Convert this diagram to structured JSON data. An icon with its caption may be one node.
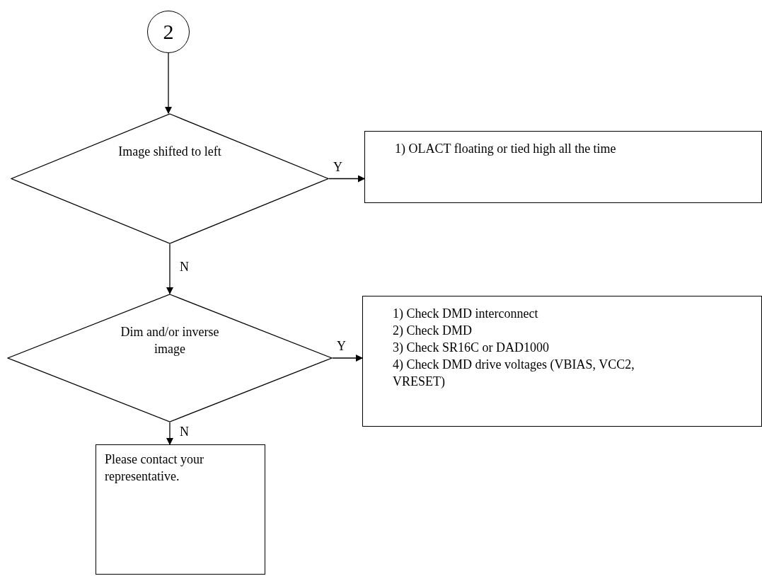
{
  "diagram": {
    "nodes": [
      {
        "text": [
          "2"
        ]
      },
      {
        "text": [
          "Image shifted to left"
        ]
      },
      {
        "text": [
          "1) OLACT floating or tied high all the time"
        ]
      },
      {
        "text": [
          "Dim and/or inverse image"
        ]
      },
      {
        "text": [
          "1) Check DMD interconnect",
          "2) Check DMD",
          "3) Check SR16C or DAD1000",
          "4) Check DMD drive voltages (VBIAS, VCC2, VRESET)"
        ]
      },
      {
        "text": [
          "Please contact your representative."
        ]
      }
    ],
    "edges": [
      {
        "from": 0,
        "to": 1,
        "arrow": "to"
      },
      {
        "from": 1,
        "to": 2,
        "arrow": "to",
        "label": "Y"
      },
      {
        "from": 1,
        "to": 3,
        "arrow": "to",
        "label": "N"
      },
      {
        "from": 3,
        "to": 4,
        "arrow": "to",
        "label": "Y"
      },
      {
        "from": 3,
        "to": 5,
        "arrow": "to",
        "label": "N"
      }
    ]
  }
}
